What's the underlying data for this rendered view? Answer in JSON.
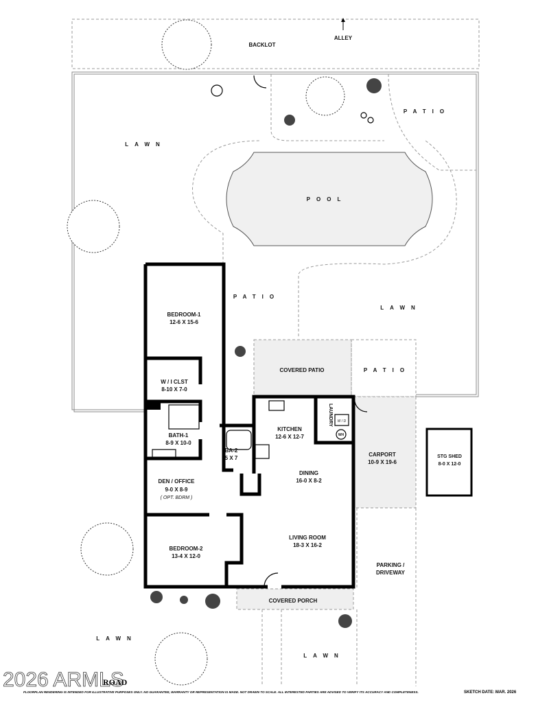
{
  "site": {
    "backlot": "BACKLOT",
    "alley": "ALLEY",
    "patio_top": "PATIO",
    "lawn_left": "LAWN",
    "pool": "POOL",
    "patio_mid": "PATIO",
    "lawn_right": "LAWN",
    "covered_patio": "COVERED PATIO",
    "patio_right": "PATIO",
    "parking": [
      "PARKING /",
      "DRIVEWAY"
    ],
    "covered_porch": "COVERED PORCH",
    "lawn_bottom_left": "LAWN",
    "lawn_bottom": "LAWN"
  },
  "rooms": {
    "bedroom1": {
      "name": "BEDROOM-1",
      "size": "12-6  X  15-6"
    },
    "wic": {
      "name": "W / I  CLST",
      "size": "8-10  X  7-0"
    },
    "bath1": {
      "name": "BATH-1",
      "size": "8-9  X 10-0"
    },
    "ba2": {
      "name": "BA-2",
      "size": "5 X 7"
    },
    "kitchen": {
      "name": "KITCHEN",
      "size": "12-6 X 12-7"
    },
    "laundry": {
      "name": "LAUNDRY",
      "wd": "W / D",
      "wh": "WH"
    },
    "dining": {
      "name": "DINING",
      "size": "16-0 X 8-2"
    },
    "den": {
      "name": "DEN / OFFICE",
      "size": "9-0  X  8-9",
      "note": "( OPT. BDRM )"
    },
    "living": {
      "name": "LIVING ROOM",
      "size": "18-3  X  16-2"
    },
    "bedroom2": {
      "name": "BEDROOM-2",
      "size": "13-4  X  12-0"
    },
    "carport": {
      "name": "CARPORT",
      "size": "10-9 X 19-6"
    },
    "shed": {
      "name": "STG SHED",
      "size": "8-0 X 12-0"
    }
  },
  "footer": {
    "watermark": "2026 ARMLS",
    "address": "ROAD",
    "disclaimer": "FLOORPLAN RENDERING IS INTENDED FOR ILLUSTRATIVE PURPOSES ONLY.  NO GUARANTEE, WARRANTY OR REPRESENTATION IS MADE.  NOT DRAWN TO SCALE.  ALL INTERESTED PARTIES ARE ADVISED TO VERIFY ITS ACCURACY AND COMPLETENESS.",
    "sketch_date": "SKETCH DATE:  MAR. 2026"
  }
}
